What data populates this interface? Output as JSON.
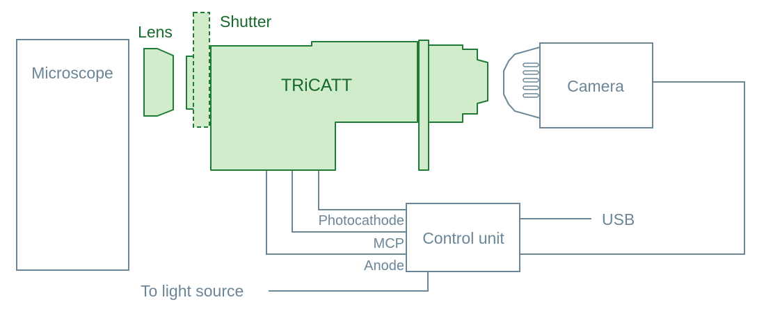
{
  "labels": {
    "microscope": "Microscope",
    "lens": "Lens",
    "shutter": "Shutter",
    "tricatt": "TRiCATT",
    "camera": "Camera",
    "control_unit": "Control unit",
    "photocathode": "Photocathode",
    "mcp": "MCP",
    "anode": "Anode",
    "usb": "USB",
    "light_source": "To light source"
  },
  "colors": {
    "line": "#6b8696",
    "text_grey": "#6b8696",
    "component_fill": "#d1ecca",
    "component_stroke": "#1f7a35",
    "text_green": "#16692b"
  }
}
